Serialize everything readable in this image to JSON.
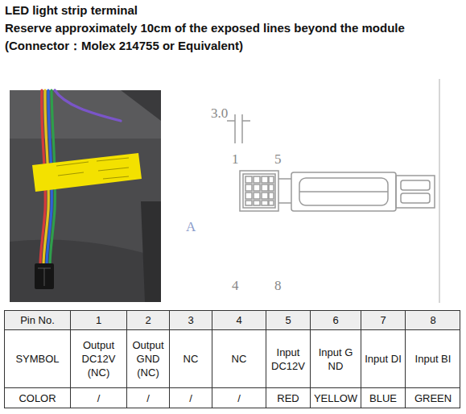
{
  "diagram": {
    "title": "LED light strip terminal",
    "labels": [
      "Reserve approximately 10cm of the exposed lines beyond the module",
      "(Connector：Molex 214755 or Equivalent)",
      "3.0",
      "1",
      "5",
      "A",
      "4",
      "8",
      "Pin No.",
      "1",
      "2",
      "3",
      "4",
      "5",
      "6",
      "7",
      "8",
      "SYMBOL",
      "Output DC12V (NC)",
      "Output GND (NC)",
      "NC",
      "NC",
      "Input DC12V",
      "Input G ND",
      "Input DI",
      "Input BI",
      "COLOR",
      "/",
      "/",
      "/",
      "/",
      "RED",
      "YELLOW",
      "BLUE",
      "GREEN"
    ]
  }
}
